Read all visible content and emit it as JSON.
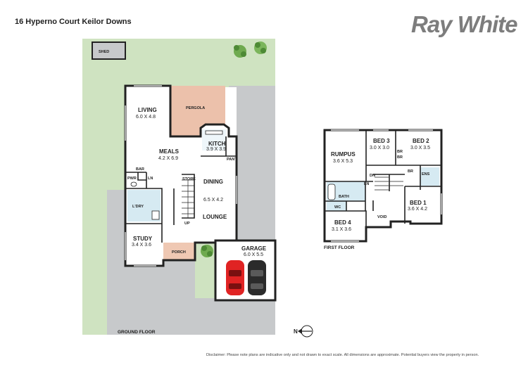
{
  "header": {
    "address": "16 Hyperno Court Keilor Downs",
    "brand": "Ray White"
  },
  "ground_floor": {
    "label": "GROUND FLOOR",
    "rooms": {
      "shed": "SHED",
      "pergola": "PERGOLA",
      "living_name": "LIVING",
      "living_dim": "6.0 X 4.8",
      "meals_name": "MEALS",
      "meals_dim": "4.2 X 6.9",
      "kitch_name": "KITCH",
      "kitch_dim": "3.9 X 3.9",
      "dining": "DINING",
      "lounge_dim": "6.5 X 4.2",
      "lounge": "LOUNGE",
      "pwr": "PWR",
      "ldry": "L'DRY",
      "study_name": "STUDY",
      "study_dim": "3.4 X 3.6",
      "porch": "PORCH",
      "garage_name": "GARAGE",
      "garage_dim": "6.0 X 5.5"
    },
    "small_labels": {
      "bar": "BAR",
      "ln": "LN",
      "pant": "PANT",
      "store": "STORE",
      "up": "UP"
    }
  },
  "first_floor": {
    "label": "FIRST FLOOR",
    "rooms": {
      "rumpus_name": "RUMPUS",
      "rumpus_dim": "3.6 X 5.3",
      "bed3_name": "BED 3",
      "bed3_dim": "3.0 X 3.0",
      "bed2_name": "BED 2",
      "bed2_dim": "3.0 X 3.5",
      "bath": "BATH",
      "wc": "WC",
      "bed4_name": "BED 4",
      "bed4_dim": "3.1 X 3.6",
      "void": "VOID",
      "bed1_name": "BED 1",
      "bed1_dim": "3.6 X 4.2",
      "ens": "ENS"
    },
    "small_labels": {
      "br1": "BR",
      "br2": "BR",
      "br3": "BR",
      "ln": "LN",
      "dn": "DN"
    }
  },
  "compass": "N",
  "disclaimer": "Disclaimer: Please note plans are indicative only and not drawn to exact scale. All dimensions are approximate. Potential buyers view the property in person.",
  "colors": {
    "grass": "#cfe3c1",
    "pavement": "#c7c9cb",
    "pergola": "#ecc1ab",
    "porch": "#efc8b3",
    "tile": "#d6eaf2",
    "wall": "#222222",
    "car_red": "#e02323",
    "car_dark": "#2b2b2b",
    "brand": "#7d7d7d"
  }
}
